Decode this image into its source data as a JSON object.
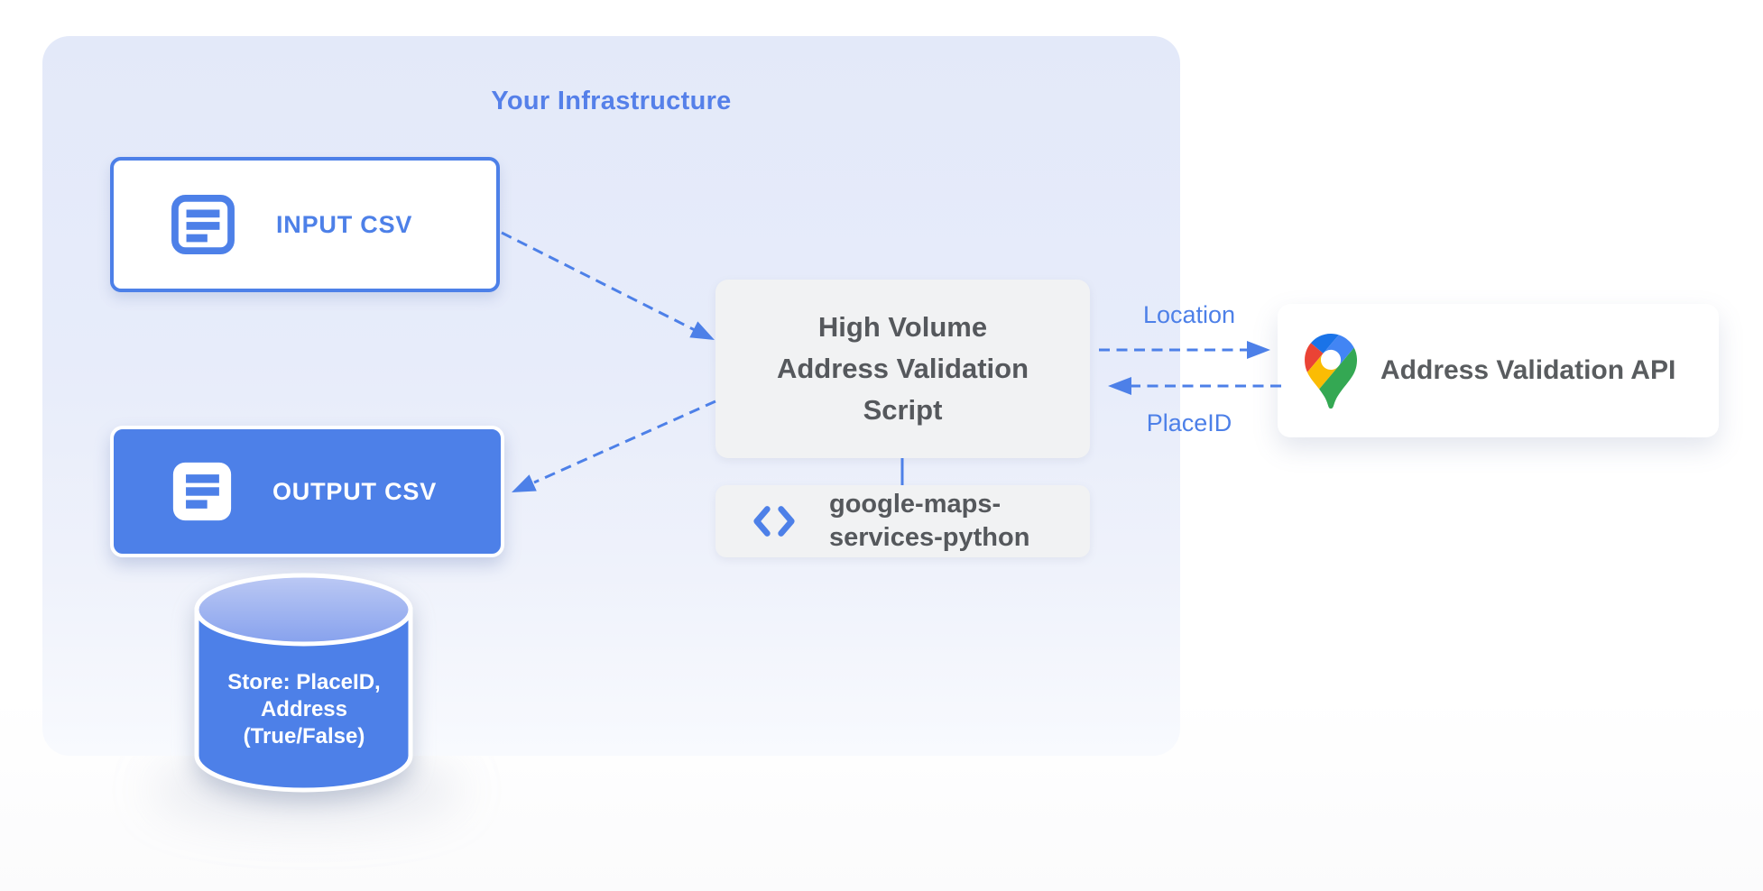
{
  "diagram": {
    "container_title": "Your Infrastructure",
    "nodes": {
      "input_csv": {
        "label": "INPUT CSV"
      },
      "output_csv": {
        "label": "OUTPUT CSV"
      },
      "datastore": {
        "label": "Store: PlaceID,\nAddress\n(True/False)"
      },
      "script": {
        "label": "High Volume\nAddress Validation\nScript"
      },
      "library": {
        "label": "google-maps-\nservices-python"
      },
      "api": {
        "label": "Address Validation API"
      }
    },
    "edges": {
      "location_label": "Location",
      "placeid_label": "PlaceID"
    },
    "icons": {
      "input_icon": "document-icon",
      "output_icon": "document-icon",
      "library_icon": "code-icon",
      "api_icon": "google-maps-pin-icon"
    },
    "colors": {
      "accent_blue": "#4d80e8",
      "container_bg_top": "#e3e9f9",
      "container_bg_bottom": "#f8fafe",
      "gray_box": "#f1f2f3",
      "dark_text": "#55585c",
      "cylinder_top_light": "#b7c5f3",
      "cylinder_top_dark": "#8aa4ee",
      "pin_blue": "#4285f4",
      "pin_dark_blue": "#1a73e8",
      "pin_red": "#ea4335",
      "pin_yellow": "#fbbc04",
      "pin_green": "#34a853"
    }
  }
}
